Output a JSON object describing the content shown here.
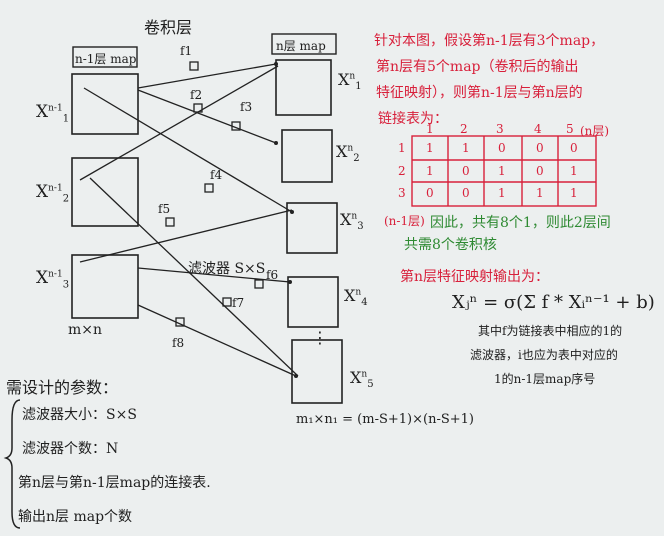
{
  "diagram": {
    "title": "卷积层",
    "left_layer_label": "n-1层 map",
    "right_layer_label": "n层 map",
    "left_maps": [
      {
        "label": "X",
        "sup": "n-1",
        "sub": "1"
      },
      {
        "label": "X",
        "sup": "n-1",
        "sub": "2"
      },
      {
        "label": "X",
        "sup": "n-1",
        "sub": "3"
      }
    ],
    "right_maps": [
      {
        "label": "X",
        "sup": "n",
        "sub": "1"
      },
      {
        "label": "X",
        "sup": "n",
        "sub": "2"
      },
      {
        "label": "X",
        "sup": "n",
        "sub": "3"
      },
      {
        "label": "X",
        "sup": "n",
        "sub": "4"
      },
      {
        "label": "X",
        "sup": "n",
        "sub": "5"
      }
    ],
    "filters": [
      "f1",
      "f2",
      "f3",
      "f4",
      "f5",
      "f6",
      "f7",
      "f8"
    ],
    "filter_size_note": "滤波器 S×S",
    "left_size": "m×n",
    "right_size": "m₁×n₁ = (m-S+1)×(n-S+1)",
    "ellipsis": "⋮"
  },
  "notes": {
    "intro_lines": [
      "针对本图，假设第n-1层有3个map，",
      "第n层有5个map（卷积后的输出",
      "特征映射），则第n-1层与第n层的",
      "链接表为："
    ],
    "table": {
      "col_headers": [
        "1",
        "2",
        "3",
        "4",
        "5"
      ],
      "col_header_note": "(n层)",
      "row_headers": [
        "1",
        "2",
        "3"
      ],
      "row_header_note": "(n-1层)",
      "cells": [
        [
          "1",
          "1",
          "0",
          "0",
          "0"
        ],
        [
          "1",
          "0",
          "1",
          "0",
          "1"
        ],
        [
          "0",
          "0",
          "1",
          "1",
          "1"
        ]
      ]
    },
    "conclusion": [
      "因此，共有8个1，则此2层间",
      "共需8个卷积核"
    ],
    "output_title": "第n层特征映射输出为：",
    "formula": "Xⱼⁿ = σ(Σ f * Xᵢⁿ⁻¹ + b)",
    "formula_note": [
      "其中f为链接表中相应的1的",
      "滤波器，i也应为表中对应的",
      "1的n-1层map序号"
    ]
  },
  "params": {
    "title": "需设计的参数：",
    "items": [
      "滤波器大小：S×S",
      "滤波器个数：N",
      "第n层与第n-1层map的连接表.",
      "输出n层 map个数"
    ]
  }
}
